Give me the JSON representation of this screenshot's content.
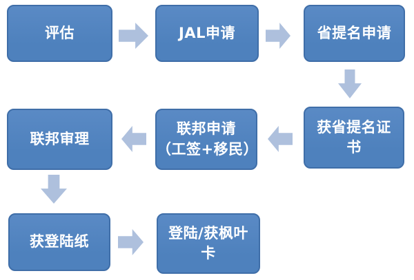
{
  "flowchart": {
    "colors": {
      "box_fill": "#4e81bd",
      "box_fill_light": "#5a8ac5",
      "box_border": "#3f6ea8",
      "arrow": "#aec0dd",
      "text": "#ffffff",
      "background": "#ffffff"
    },
    "nodes": [
      {
        "id": "assessment",
        "label": "评估"
      },
      {
        "id": "jal-application",
        "label": "JAL申请"
      },
      {
        "id": "provincial-nomination-application",
        "label": "省提名申请"
      },
      {
        "id": "obtain-provincial-nomination-certificate",
        "label": "获省提名证\n书"
      },
      {
        "id": "federal-application",
        "label": "联邦申请\n（工签+移民）"
      },
      {
        "id": "federal-review",
        "label": "联邦审理"
      },
      {
        "id": "obtain-landing-paper",
        "label": "获登陆纸"
      },
      {
        "id": "landing-get-maple-leaf-card",
        "label": "登陆/获枫叶\n卡"
      }
    ],
    "connections": [
      {
        "from": "assessment",
        "to": "jal-application",
        "direction": "right"
      },
      {
        "from": "jal-application",
        "to": "provincial-nomination-application",
        "direction": "right"
      },
      {
        "from": "provincial-nomination-application",
        "to": "obtain-provincial-nomination-certificate",
        "direction": "down"
      },
      {
        "from": "obtain-provincial-nomination-certificate",
        "to": "federal-application",
        "direction": "left"
      },
      {
        "from": "federal-application",
        "to": "federal-review",
        "direction": "left"
      },
      {
        "from": "federal-review",
        "to": "obtain-landing-paper",
        "direction": "down"
      },
      {
        "from": "obtain-landing-paper",
        "to": "landing-get-maple-leaf-card",
        "direction": "right"
      }
    ]
  }
}
